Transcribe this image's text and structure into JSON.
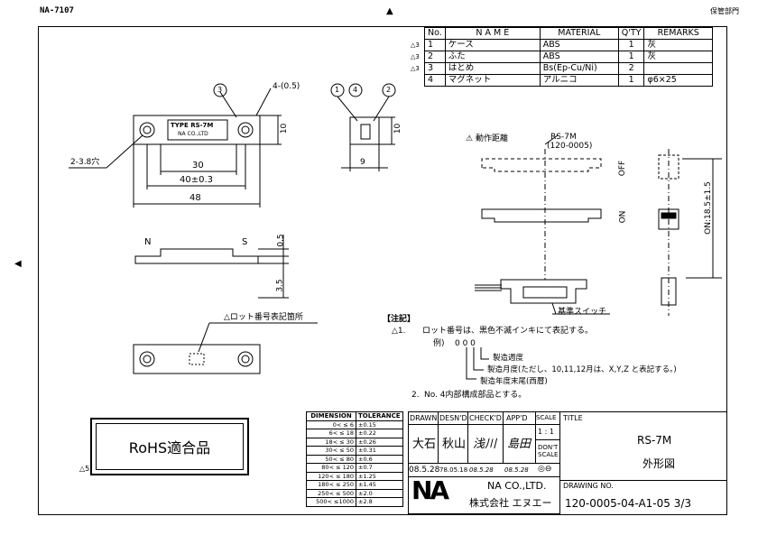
{
  "header": {
    "doc_code": "NA-7107",
    "department": "保管部門"
  },
  "parts_table": {
    "headers": [
      "No.",
      "N A M E",
      "MATERIAL",
      "Q'TY",
      "REMARKS"
    ],
    "rows": [
      {
        "rev": "3",
        "no": "1",
        "name": "ケース",
        "material": "ABS",
        "qty": "1",
        "remarks": "灰"
      },
      {
        "rev": "3",
        "no": "2",
        "name": "ふた",
        "material": "ABS",
        "qty": "1",
        "remarks": "灰"
      },
      {
        "rev": "3",
        "no": "3",
        "name": "はとめ",
        "material": "Bs(Ep-Cu/Ni)",
        "qty": "2",
        "remarks": ""
      },
      {
        "rev": "",
        "no": "4",
        "name": "マグネット",
        "material": "アルニコ",
        "qty": "1",
        "remarks": "φ6×25"
      }
    ]
  },
  "drawing": {
    "dims": {
      "holes": "2-3.8穴",
      "chamfer": "4-(0.5)",
      "d30": "30",
      "d40": "40±0.3",
      "d48": "48",
      "d10a": "10",
      "d9": "9",
      "d10b": "10",
      "d05": "0.5",
      "d35": "3.5"
    },
    "callouts": {
      "c1": "1",
      "c2": "2",
      "c3": "3",
      "c4": "4"
    },
    "label_plate": {
      "type": "TYPE RS-7M",
      "maker": "NA CO.,LTD"
    },
    "side_n": "N",
    "side_s": "S",
    "lot_mark": "ロット番号表記箇所",
    "operation": {
      "title": "動作距離",
      "model": "RS-7M",
      "code": "(120-0005)",
      "off": "OFF",
      "on": "ON",
      "on_dist": "ON:18.5±1.5",
      "switch": "基準スイッチ"
    }
  },
  "notes": {
    "title": "【注記】",
    "n1_no": "1.",
    "n1": "ロット番号は、黒色不滅インキにて表記する。",
    "example_label": "例)",
    "example_digits": "0 0 0",
    "week": "製造週度",
    "month": "製造月度(ただし、10,11,12月は、X,Y,Z と表記する。)",
    "year": "製造年度末尾(西暦)",
    "n2_no": "2.",
    "n2": "No. 4内部構成部品とする。"
  },
  "rohs": {
    "label": "RoHS適合品",
    "rev": "5"
  },
  "tolerance_table": {
    "headers": [
      "DIMENSION",
      "TOLERANCE"
    ],
    "rows": [
      [
        "0< ≤ 6",
        "±0.15"
      ],
      [
        "6< ≤ 18",
        "±0.22"
      ],
      [
        "18< ≤ 30",
        "±0.26"
      ],
      [
        "30< ≤ 50",
        "±0.31"
      ],
      [
        "50< ≤ 80",
        "±0.6"
      ],
      [
        "80< ≤ 120",
        "±0.7"
      ],
      [
        "120< ≤ 180",
        "±1.25"
      ],
      [
        "180< ≤ 250",
        "±1.45"
      ],
      [
        "250< ≤ 500",
        "±2.0"
      ],
      [
        "500< ≤1000",
        "±2.8"
      ]
    ]
  },
  "title_block": {
    "drawn": "DRAWN",
    "desnd": "DESN'D",
    "checkd": "CHECK'D",
    "appd": "APP'D",
    "scale": "SCALE",
    "scale_val": "1 : 1",
    "dont_scale": "DON'T SCALE",
    "sig_drawn": "大石",
    "sig_desnd": "秋山",
    "sig_checkd": "浅川",
    "sig_appd": "島田",
    "date_drawn": "08.5.28",
    "date_desnd": "78.05.18",
    "date_checkd": "08.5.28",
    "date_appd": "08.5.28",
    "title_label": "TITLE",
    "title_1": "RS-7M",
    "title_2": "外形図",
    "company_en": "NA CO.,LTD.",
    "company_jp": "株式会社 エヌエー",
    "drawing_no_label": "DRAWING NO.",
    "drawing_no": "120-0005-04-A1-05 3/3"
  },
  "colors": {
    "ink": "#000000",
    "paper": "#ffffff"
  }
}
